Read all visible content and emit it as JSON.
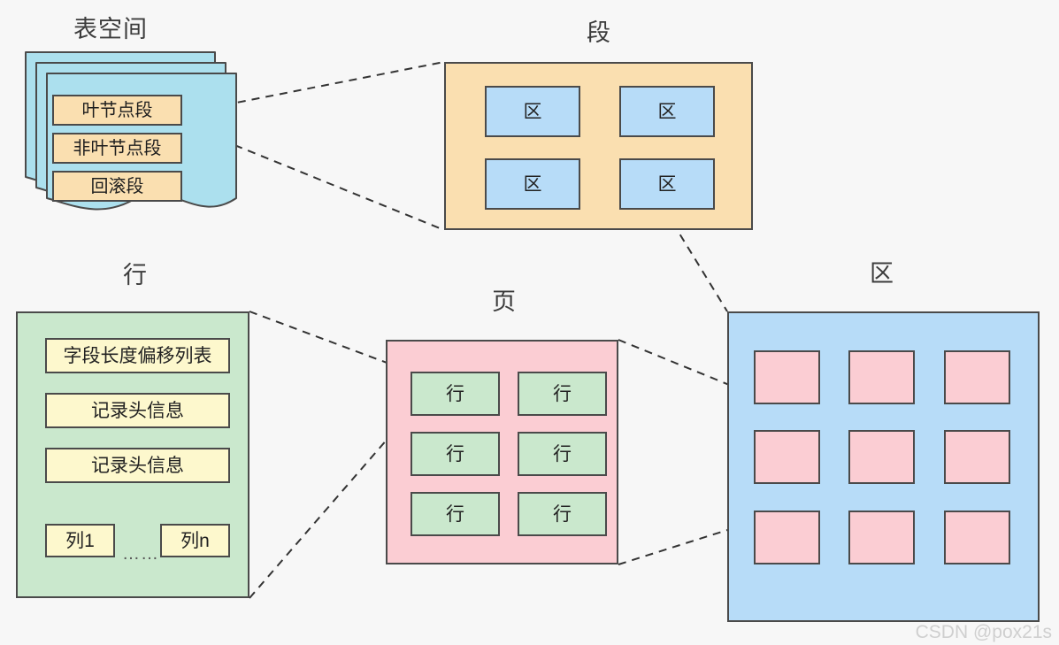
{
  "diagram": {
    "title_tablespace": "表空间",
    "title_segment": "段",
    "title_extent": "区",
    "title_row": "行",
    "title_page": "页",
    "watermark": "CSDN @pox21s"
  },
  "colors": {
    "blue": "#b7dcf8",
    "orange": "#fadfb0",
    "green": "#cae8cd",
    "pink": "#fbcdd3",
    "yellow": "#fdf8cd",
    "cyan": "#ace0ee",
    "stroke": "#4a4a4a",
    "background": "#f7f7f7",
    "watermark": "#cfcfcf"
  },
  "tablespace": {
    "segments": [
      {
        "label": "叶节点段"
      },
      {
        "label": "非叶节点段"
      },
      {
        "label": "回滚段"
      }
    ],
    "card_count": 3
  },
  "segment": {
    "extents": [
      {
        "label": "区"
      },
      {
        "label": "区"
      },
      {
        "label": "区"
      },
      {
        "label": "区"
      }
    ]
  },
  "extent": {
    "pages": [
      {
        "label": ""
      },
      {
        "label": ""
      },
      {
        "label": ""
      },
      {
        "label": ""
      },
      {
        "label": ""
      },
      {
        "label": ""
      },
      {
        "label": ""
      },
      {
        "label": ""
      },
      {
        "label": ""
      }
    ]
  },
  "page": {
    "rows": [
      {
        "label": "行"
      },
      {
        "label": "行"
      },
      {
        "label": "行"
      },
      {
        "label": "行"
      },
      {
        "label": "行"
      },
      {
        "label": "行"
      }
    ]
  },
  "row": {
    "fields": [
      {
        "label": "字段长度偏移列表"
      },
      {
        "label": "记录头信息"
      },
      {
        "label": "记录头信息"
      }
    ],
    "columns": [
      {
        "label": "列1"
      },
      {
        "label": "列n"
      }
    ],
    "ellipsis": "……"
  }
}
